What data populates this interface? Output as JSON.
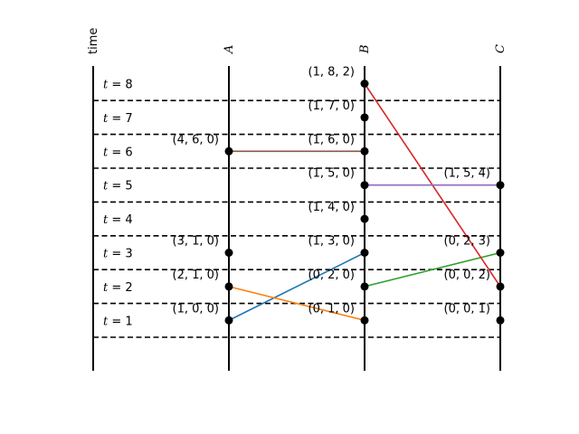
{
  "time_axis_label": "time",
  "processes": [
    {
      "id": "A",
      "label": "A"
    },
    {
      "id": "B",
      "label": "B"
    },
    {
      "id": "C",
      "label": "C"
    }
  ],
  "time_rows": [
    {
      "t": 1,
      "label": "t = 1"
    },
    {
      "t": 2,
      "label": "t = 2"
    },
    {
      "t": 3,
      "label": "t = 3"
    },
    {
      "t": 4,
      "label": "t = 4"
    },
    {
      "t": 5,
      "label": "t = 5"
    },
    {
      "t": 6,
      "label": "t = 6"
    },
    {
      "t": 7,
      "label": "t = 7"
    },
    {
      "t": 8,
      "label": "t = 8"
    }
  ],
  "events": [
    {
      "process": "A",
      "t": 1,
      "label": "(1, 0, 0)"
    },
    {
      "process": "A",
      "t": 2,
      "label": "(2, 1, 0)"
    },
    {
      "process": "A",
      "t": 3,
      "label": "(3, 1, 0)"
    },
    {
      "process": "A",
      "t": 6,
      "label": "(4, 6, 0)"
    },
    {
      "process": "B",
      "t": 1,
      "label": "(0, 1, 0)"
    },
    {
      "process": "B",
      "t": 2,
      "label": "(0, 2, 0)"
    },
    {
      "process": "B",
      "t": 3,
      "label": "(1, 3, 0)"
    },
    {
      "process": "B",
      "t": 4,
      "label": "(1, 4, 0)"
    },
    {
      "process": "B",
      "t": 5,
      "label": "(1, 5, 0)"
    },
    {
      "process": "B",
      "t": 6,
      "label": "(1, 6, 0)"
    },
    {
      "process": "B",
      "t": 7,
      "label": "(1, 7, 0)"
    },
    {
      "process": "B",
      "t": 8,
      "label": "(1, 8, 2)"
    },
    {
      "process": "C",
      "t": 1,
      "label": "(0, 0, 1)"
    },
    {
      "process": "C",
      "t": 2,
      "label": "(0, 0, 2)"
    },
    {
      "process": "C",
      "t": 3,
      "label": "(0, 2, 3)"
    },
    {
      "process": "C",
      "t": 5,
      "label": "(1, 5, 4)"
    }
  ],
  "messages": [
    {
      "from": {
        "process": "A",
        "t": 1
      },
      "to": {
        "process": "B",
        "t": 3
      },
      "color": "#1f77b4"
    },
    {
      "from": {
        "process": "B",
        "t": 1
      },
      "to": {
        "process": "A",
        "t": 2
      },
      "color": "#ff7f0e"
    },
    {
      "from": {
        "process": "B",
        "t": 2
      },
      "to": {
        "process": "C",
        "t": 3
      },
      "color": "#2ca02c"
    },
    {
      "from": {
        "process": "C",
        "t": 2
      },
      "to": {
        "process": "B",
        "t": 8
      },
      "color": "#d62728"
    },
    {
      "from": {
        "process": "B",
        "t": 5
      },
      "to": {
        "process": "C",
        "t": 5
      },
      "color": "#9467bd"
    },
    {
      "from": {
        "process": "B",
        "t": 6
      },
      "to": {
        "process": "A",
        "t": 6
      },
      "color": "#8c564b"
    }
  ]
}
